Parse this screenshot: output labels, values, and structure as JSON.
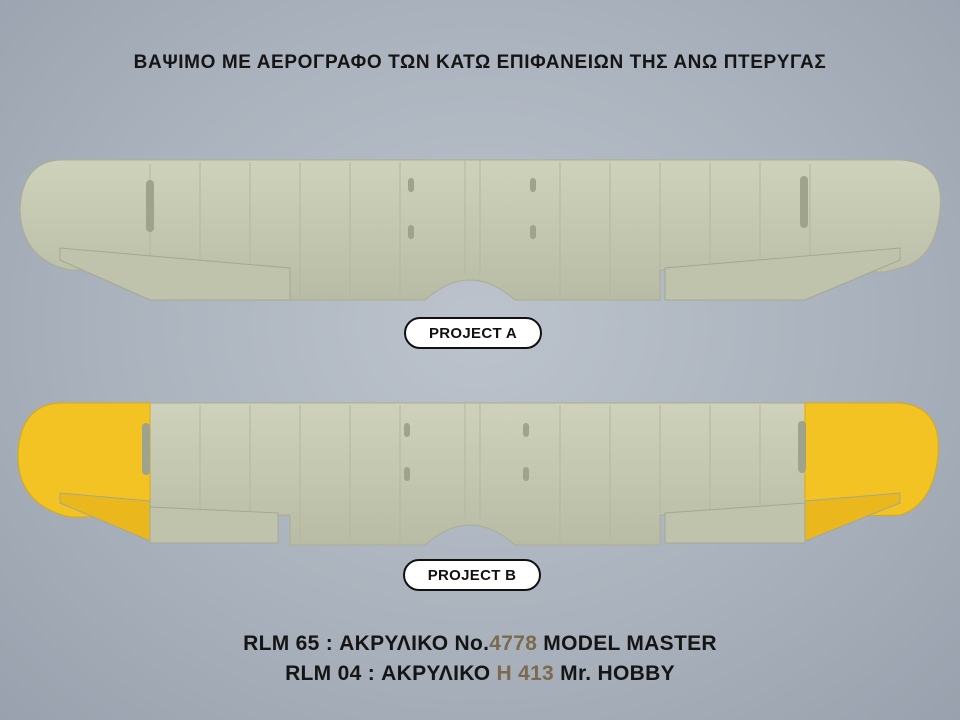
{
  "title": "ΒΑΨΙΜΟ ΜΕ ΑΕΡΟΓΡΑΦΟ ΤΩΝ ΚΑΤΩ ΕΠΙΦΑΝΕΙΩΝ ΤΗΣ ΑΝΩ ΠΤΕΡΥΓΑΣ",
  "projects": [
    {
      "label": "PROJECT A"
    },
    {
      "label": "PROJECT B"
    }
  ],
  "paints": [
    {
      "prefix": "RLM 65 : ΑΚΡΥΛΙΚΟ No.",
      "code": "4778",
      "suffix": " MODEL MASTER"
    },
    {
      "prefix": "RLM 04 : ΑΚΡΥΛΙΚΟ ",
      "code": "H 413",
      "suffix": " Mr. HOBBY"
    }
  ],
  "colors": {
    "background": "#aab2bd",
    "wing_gray_green": "#c4c8b0",
    "wing_yellow": "#f2c322",
    "code_highlight": "#7a6a4e"
  }
}
